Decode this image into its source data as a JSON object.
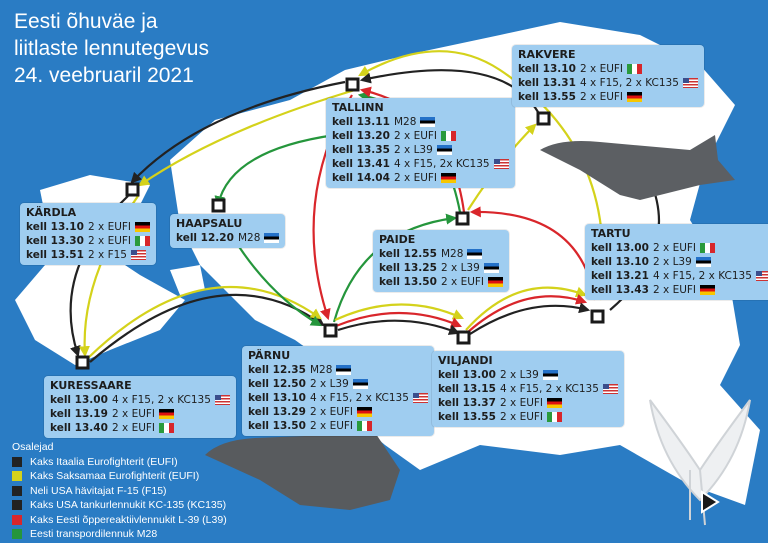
{
  "title": {
    "line1": "Eesti õhuväe ja",
    "line2": "liitlaste lennutegevus",
    "line3": "24. veebruaril 2021"
  },
  "colors": {
    "sea": "#2a7cc4",
    "land": "#ffffff",
    "box": "#9fcdf0",
    "black": "#222222",
    "yellow": "#d4d21b",
    "red": "#d9262b",
    "green": "#25963c"
  },
  "locations": [
    {
      "id": "tallinn",
      "name": "TALLINN",
      "events": [
        {
          "time": "kell 13.11",
          "aircraft": "M28",
          "flag": "ee"
        },
        {
          "time": "kell 13.20",
          "aircraft": "2 x EUFI",
          "flag": "it"
        },
        {
          "time": "kell 13.35",
          "aircraft": "2 x L39",
          "flag": "ee"
        },
        {
          "time": "kell 13.41",
          "aircraft": "4 x F15, 2x KC135",
          "flag": "us"
        },
        {
          "time": "kell 14.04",
          "aircraft": "2 x EUFI",
          "flag": "de"
        }
      ]
    },
    {
      "id": "rakvere",
      "name": "RAKVERE",
      "events": [
        {
          "time": "kell 13.10",
          "aircraft": "2 x EUFI",
          "flag": "it"
        },
        {
          "time": "kell 13.31",
          "aircraft": "4 x F15, 2 x KC135",
          "flag": "us"
        },
        {
          "time": "kell 13.55",
          "aircraft": "2 x EUFI",
          "flag": "de"
        }
      ]
    },
    {
      "id": "kardla",
      "name": "KÄRDLA",
      "events": [
        {
          "time": "kell 13.10",
          "aircraft": "2 x EUFI",
          "flag": "de"
        },
        {
          "time": "kell 13.30",
          "aircraft": "2 x EUFI",
          "flag": "it"
        },
        {
          "time": "kell 13.51",
          "aircraft": "2 x F15",
          "flag": "us"
        }
      ]
    },
    {
      "id": "haapsalu",
      "name": "HAAPSALU",
      "events": [
        {
          "time": "kell 12.20",
          "aircraft": "M28",
          "flag": "ee"
        }
      ]
    },
    {
      "id": "paide",
      "name": "PAIDE",
      "events": [
        {
          "time": "kell 12.55",
          "aircraft": "M28",
          "flag": "ee"
        },
        {
          "time": "kell 13.25",
          "aircraft": "2 x L39",
          "flag": "ee"
        },
        {
          "time": "kell 13.50",
          "aircraft": "2 x EUFI",
          "flag": "de"
        }
      ]
    },
    {
      "id": "tartu",
      "name": "TARTU",
      "events": [
        {
          "time": "kell 13.00",
          "aircraft": "2 x EUFI",
          "flag": "it"
        },
        {
          "time": "kell 13.10",
          "aircraft": "2 x L39",
          "flag": "ee"
        },
        {
          "time": "kell 13.21",
          "aircraft": "4 x F15, 2 x KC135",
          "flag": "us"
        },
        {
          "time": "kell 13.43",
          "aircraft": "2 x EUFI",
          "flag": "de"
        }
      ]
    },
    {
      "id": "kuressaare",
      "name": "KURESSAARE",
      "events": [
        {
          "time": "kell 13.00",
          "aircraft": "4 x F15, 2 x KC135",
          "flag": "us"
        },
        {
          "time": "kell 13.19",
          "aircraft": "2 x EUFI",
          "flag": "de"
        },
        {
          "time": "kell 13.40",
          "aircraft": "2 x EUFI",
          "flag": "it"
        }
      ]
    },
    {
      "id": "parnu",
      "name": "PÄRNU",
      "events": [
        {
          "time": "kell 12.35",
          "aircraft": "M28",
          "flag": "ee"
        },
        {
          "time": "kell 12.50",
          "aircraft": "2 x L39",
          "flag": "ee"
        },
        {
          "time": "kell 13.10",
          "aircraft": "4 x F15, 2 x KC135",
          "flag": "us"
        },
        {
          "time": "kell 13.29",
          "aircraft": "2 x EUFI",
          "flag": "de"
        },
        {
          "time": "kell 13.50",
          "aircraft": "2 x EUFI",
          "flag": "it"
        }
      ]
    },
    {
      "id": "viljandi",
      "name": "VILJANDI",
      "events": [
        {
          "time": "kell 13.00",
          "aircraft": "2 x L39",
          "flag": "ee"
        },
        {
          "time": "kell 13.15",
          "aircraft": "4 x F15, 2 x KC135",
          "flag": "us"
        },
        {
          "time": "kell 13.37",
          "aircraft": "2 x EUFI",
          "flag": "de"
        },
        {
          "time": "kell 13.55",
          "aircraft": "2 x EUFI",
          "flag": "it"
        }
      ]
    }
  ],
  "legend": {
    "title": "Osalejad",
    "items": [
      {
        "label": "Kaks Itaalia Eurofighterit (EUFI)",
        "color": "#222222"
      },
      {
        "label": "Kaks Saksamaa Eurofighterit (EUFI)",
        "color": "#d4d21b"
      },
      {
        "label": "Neli USA hävitajat F-15 (F15)",
        "color": "#222222"
      },
      {
        "label": "Kaks USA tankurlennukit KC-135 (KC135)",
        "color": "#222222"
      },
      {
        "label": "Kaks Eesti õppereaktiivlennukit L-39 (L39)",
        "color": "#d9262b"
      },
      {
        "label": "Eesti transpordilennuk M28",
        "color": "#25963c"
      }
    ]
  }
}
